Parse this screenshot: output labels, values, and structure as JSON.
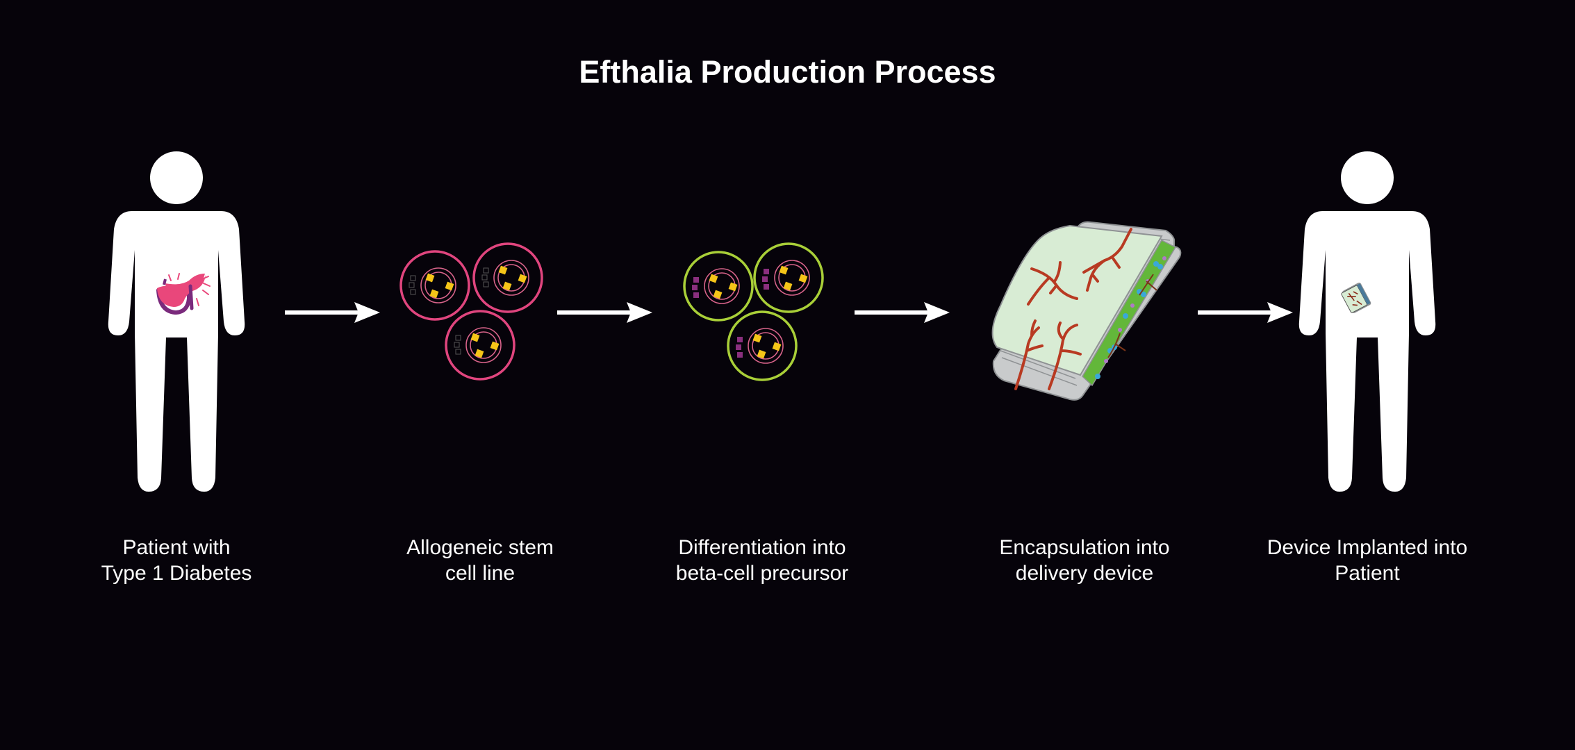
{
  "title": "Efthalia Production Process",
  "colors": {
    "background": "#06030a",
    "figure": "#ffffff",
    "stem_cell_ring": "#e0457e",
    "precursor_cell_ring": "#a9cf38",
    "granule": "#f5c518",
    "nucleus_ring": "#d8638a",
    "marker_square_precursor": "#8a2f7e",
    "pancreas": "#e9477b",
    "duct": "#7a2a7c",
    "device_membrane": "#d8ecd4",
    "device_frame": "#c9cbcc",
    "vessel": "#b83a22",
    "cell_layer": "#63b73a"
  },
  "steps": [
    {
      "id": "patient",
      "icon": "person-with-pancreas-icon",
      "label_lines": [
        "Patient with",
        "Type 1 Diabetes"
      ]
    },
    {
      "id": "stem-cells",
      "icon": "stem-cell-cluster-icon",
      "label_lines": [
        "Allogeneic stem",
        "cell line"
      ]
    },
    {
      "id": "differentiation",
      "icon": "precursor-cell-cluster-icon",
      "label_lines": [
        "Differentiation into",
        "beta-cell precursor"
      ]
    },
    {
      "id": "encapsulation",
      "icon": "delivery-device-icon",
      "label_lines": [
        "Encapsulation into",
        "delivery device"
      ]
    },
    {
      "id": "implant",
      "icon": "person-with-implant-icon",
      "label_lines": [
        "Device Implanted into",
        "Patient"
      ]
    }
  ],
  "arrows": [
    {
      "from": "patient",
      "to": "stem-cells"
    },
    {
      "from": "stem-cells",
      "to": "differentiation"
    },
    {
      "from": "differentiation",
      "to": "encapsulation"
    },
    {
      "from": "encapsulation",
      "to": "implant"
    }
  ]
}
